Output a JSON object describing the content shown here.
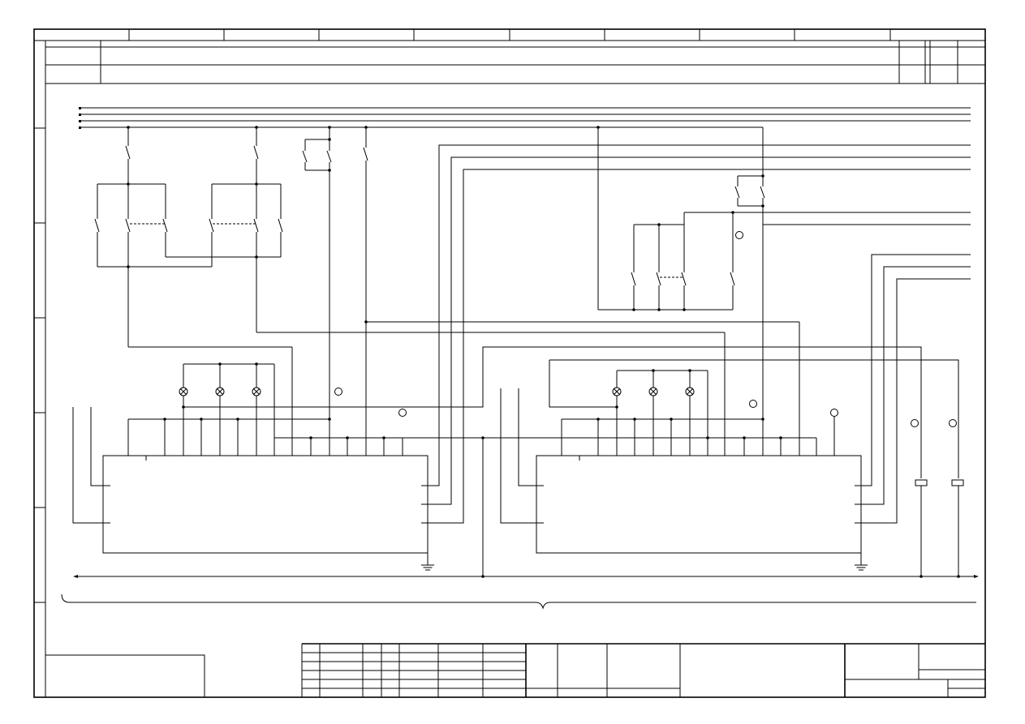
{
  "drawing": {
    "type": "electrical-schematic",
    "title_block_text": [],
    "labels": []
  },
  "colors": {
    "line": "#000000",
    "background": "#ffffff"
  },
  "symbols": [
    "indicator-lamp",
    "normally-open-contact",
    "ground",
    "coil",
    "terminal-circle",
    "junction-dot",
    "brace"
  ]
}
